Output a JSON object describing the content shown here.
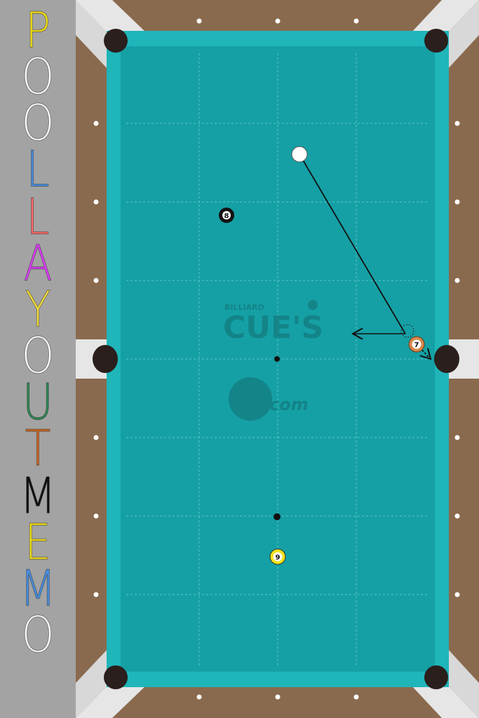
{
  "title": {
    "letters": [
      {
        "char": "P",
        "color": "#f3e21a"
      },
      {
        "char": "O",
        "color": "#ffffff"
      },
      {
        "char": "O",
        "color": "#ffffff"
      },
      {
        "char": "L",
        "color": "#4a90e2"
      },
      {
        "char": "L",
        "color": "#ff6b6b"
      },
      {
        "char": "A",
        "color": "#e040fb"
      },
      {
        "char": "Y",
        "color": "#f5e03b"
      },
      {
        "char": "O",
        "color": "#ffffff"
      },
      {
        "char": "U",
        "color": "#2e8b57"
      },
      {
        "char": "T",
        "color": "#d2691e"
      },
      {
        "char": "M",
        "color": "#111111"
      },
      {
        "char": "E",
        "color": "#f3e21a"
      },
      {
        "char": "M",
        "color": "#4a90e2"
      },
      {
        "char": "O",
        "color": "#ffffff"
      }
    ]
  },
  "watermark": {
    "small": "BILLIARD",
    "brand": "CUE'S",
    "domain": "com"
  },
  "balls": {
    "cue": {
      "label": ""
    },
    "eight": {
      "label": "8"
    },
    "seven": {
      "label": "7"
    },
    "nine": {
      "label": "9"
    }
  },
  "colors": {
    "felt": "#15a0a5",
    "cushion": "#1fb5b9",
    "rail": "#8a6a4e",
    "pocket": "#2a1f1c",
    "corner": "#e4e4e4"
  }
}
